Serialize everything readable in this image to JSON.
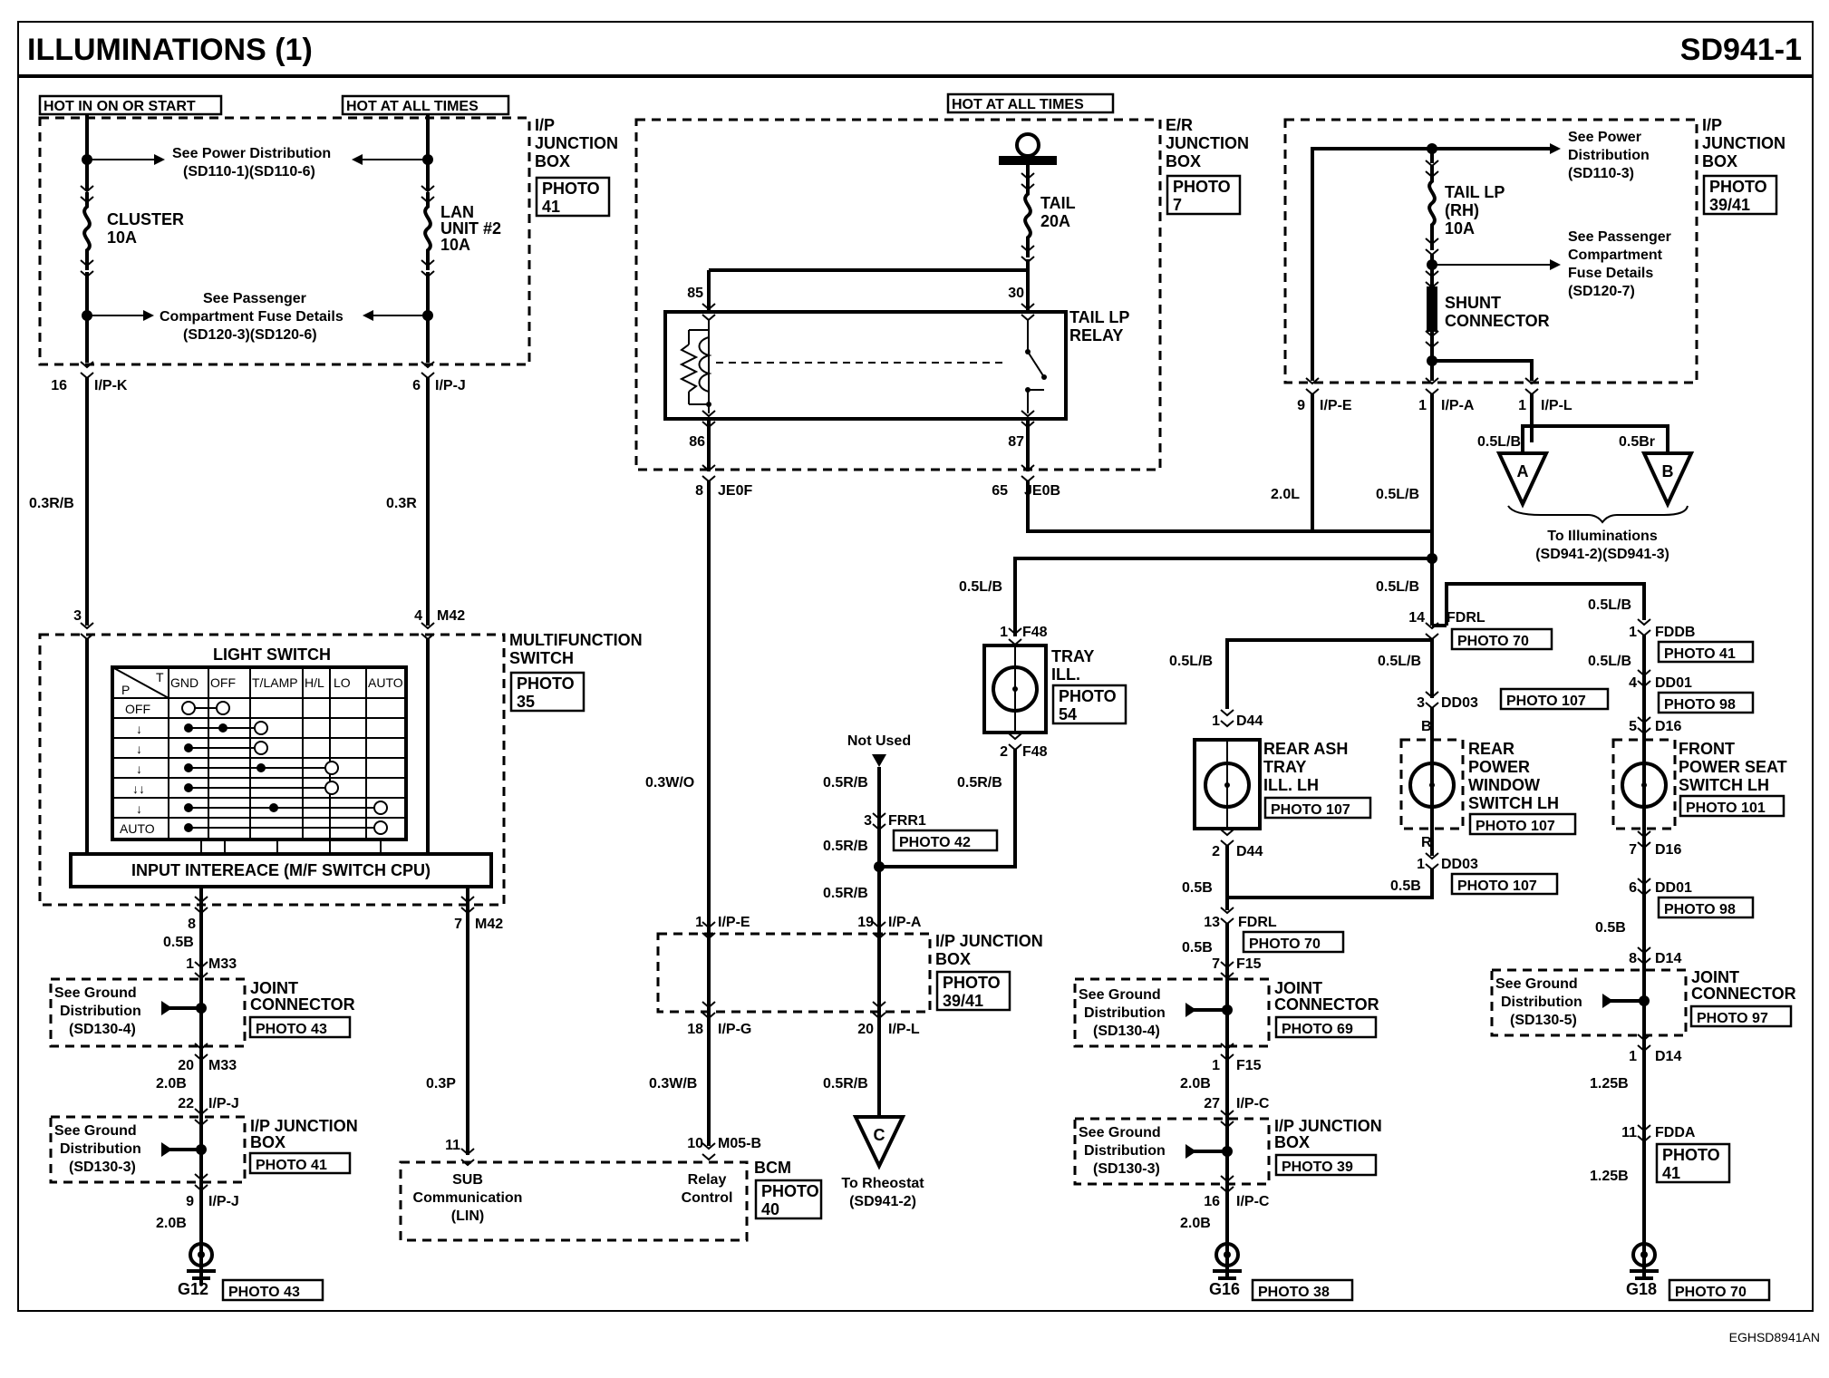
{
  "header": {
    "title": "ILLUMINATIONS (1)",
    "page_code": "SD941-1"
  },
  "footer": {
    "code": "EGHSD8941AN"
  },
  "power": {
    "hot_on_start": "HOT IN ON OR START",
    "hot_all_times_1": "HOT AT ALL TIMES",
    "hot_all_times_2": "HOT AT ALL TIMES"
  },
  "ip_jb_left": {
    "label": [
      "I/P",
      "JUNCTION",
      "BOX"
    ],
    "photo": [
      "PHOTO",
      "41"
    ],
    "power_ref": [
      "See Power Distribution",
      "(SD110-1)(SD110-6)"
    ],
    "pass_ref": [
      "See Passenger",
      "Compartment Fuse Details",
      "(SD120-3)(SD120-6)"
    ],
    "fuse_cluster": [
      "CLUSTER",
      "10A"
    ],
    "fuse_lan": [
      "LAN",
      "UNIT #2",
      "10A"
    ],
    "pin_k": {
      "num": "16",
      "code": "I/P-K"
    },
    "pin_j": {
      "num": "6",
      "code": "I/P-J"
    }
  },
  "er_jb": {
    "label": [
      "E/R",
      "JUNCTION",
      "BOX"
    ],
    "photo": [
      "PHOTO",
      "7"
    ],
    "fuse_tail": [
      "TAIL",
      "20A"
    ],
    "relay": [
      "TAIL LP",
      "RELAY"
    ],
    "pin85": "85",
    "pin30": "30",
    "pin86": "86",
    "pin87": "87",
    "pin_je0f": {
      "num": "8",
      "code": "JE0F"
    },
    "pin_je0b": {
      "num": "65",
      "code": "JE0B"
    }
  },
  "ip_jb_right": {
    "label": [
      "I/P",
      "JUNCTION",
      "BOX"
    ],
    "photo": [
      "PHOTO",
      "39/41"
    ],
    "power_ref": [
      "See Power",
      "Distribution",
      "(SD110-3)"
    ],
    "pass_ref": [
      "See Passenger",
      "Compartment",
      "Fuse Details",
      "(SD120-7)"
    ],
    "fuse": [
      "TAIL LP",
      "(RH)",
      "10A"
    ],
    "shunt": [
      "SHUNT",
      "CONNECTOR"
    ],
    "pin_e": {
      "num": "9",
      "code": "I/P-E"
    },
    "pin_a": {
      "num": "1",
      "code": "I/P-A"
    },
    "pin_l": {
      "num": "1",
      "code": "I/P-L"
    }
  },
  "connectors_ab": {
    "a": "A",
    "b": "B",
    "wire_a": "0.5L/B",
    "wire_b": "0.5Br",
    "note": [
      "To Illuminations",
      "(SD941-2)(SD941-3)"
    ]
  },
  "wires": {
    "w_03rb": "0.3R/B",
    "w_03r": "0.3R",
    "w_20l": "2.0L",
    "w_05lb_main": "0.5L/B",
    "w_05lb_tray": "0.5L/B",
    "w_05lb_top": "0.5L/B",
    "w_05lb_fddb": "0.5L/B",
    "w_03wo": "0.3W/O",
    "w_05rb_1": "0.5R/B",
    "w_05rb_2": "0.5R/B",
    "w_05rb_3": "0.5R/B",
    "w_05rb_4": "0.5R/B",
    "w_05rb_5": "0.5R/B",
    "w_03wb": "0.3W/B",
    "w_03p": "0.3P",
    "w_05b_l1": "0.5B",
    "w_20b_l1": "2.0B",
    "w_20b_l2": "2.0B",
    "w_05lb_d44": "0.5L/B",
    "w_05lb_dd03": "0.5L/B",
    "w_05lb_dd01": "0.5L/B",
    "w_05b_d44": "0.5B",
    "w_05b_dd03": "0.5B",
    "w_05b_f15": "0.5B",
    "w_20b_r1": "2.0B",
    "w_20b_r2": "2.0B",
    "w_05b_d14": "0.5B",
    "w_125b_1": "1.25B",
    "w_125b_2": "1.25B"
  },
  "multifunction": {
    "label": [
      "MULTIFUNCTION",
      "SWITCH"
    ],
    "photo": [
      "PHOTO",
      "35"
    ],
    "light_switch": "LIGHT SWITCH",
    "cols": [
      "GND",
      "OFF",
      "T/LAMP",
      "H/L",
      "LO",
      "AUTO"
    ],
    "hdr_p": "P",
    "hdr_t": "T",
    "rows": [
      "OFF",
      "↓",
      "↓",
      "↓",
      "↓↓",
      "↓",
      "AUTO"
    ],
    "cpu": "INPUT INTEREACE (M/F SWITCH CPU)",
    "pin3": "3",
    "pin4": {
      "num": "4",
      "code": "M42"
    },
    "pin8": "8",
    "pin7": {
      "num": "7",
      "code": "M42"
    }
  },
  "left_ground": {
    "m33_1": {
      "num": "1",
      "code": "M33"
    },
    "jc_label": [
      "JOINT",
      "CONNECTOR"
    ],
    "jc_photo": "PHOTO 43",
    "gd_ref": [
      "See Ground",
      "Distribution",
      "(SD130-4)"
    ],
    "m33_20": {
      "num": "20",
      "code": "M33"
    },
    "ipj_22": {
      "num": "22",
      "code": "I/P-J"
    },
    "ipjb_label": [
      "I/P JUNCTION",
      "BOX"
    ],
    "ipjb_photo": "PHOTO 41",
    "gd_ref2": [
      "See Ground",
      "Distribution",
      "(SD130-3)"
    ],
    "ipj_9": {
      "num": "9",
      "code": "I/P-J"
    },
    "ground": "G12",
    "ground_photo": "PHOTO 43"
  },
  "bcm": {
    "pin11": "11",
    "pin10": {
      "num": "10",
      "code": "M05-B"
    },
    "sub": [
      "SUB",
      "Communication",
      "(LIN)"
    ],
    "relay": [
      "Relay",
      "Control"
    ],
    "label": "BCM",
    "photo": [
      "PHOTO",
      "40"
    ]
  },
  "ip_jb_mid": {
    "label": [
      "I/P JUNCTION",
      "BOX"
    ],
    "photo": [
      "PHOTO",
      "39/41"
    ],
    "pin_e": {
      "num": "1",
      "code": "I/P-E"
    },
    "pin_a": {
      "num": "19",
      "code": "I/P-A"
    },
    "pin_g": {
      "num": "18",
      "code": "I/P-G"
    },
    "pin_l": {
      "num": "20",
      "code": "I/P-L"
    }
  },
  "rheostat": {
    "conn": "C",
    "note": [
      "To Rheostat",
      "(SD941-2)"
    ],
    "not_used": "Not Used",
    "frr1": {
      "num": "3",
      "code": "FRR1"
    },
    "frr1_photo": "PHOTO 42"
  },
  "tray": {
    "label": [
      "TRAY",
      "ILL."
    ],
    "photo": [
      "PHOTO",
      "54"
    ],
    "pin_top": {
      "num": "1",
      "code": "F48"
    },
    "pin_bot": {
      "num": "2",
      "code": "F48"
    }
  },
  "fdrl": {
    "pin": {
      "num": "14",
      "code": "FDRL"
    },
    "photo": "PHOTO 70"
  },
  "rear_ash": {
    "label": [
      "REAR ASH",
      "TRAY",
      "ILL. LH"
    ],
    "photo": "PHOTO 107",
    "pin_top": {
      "num": "1",
      "code": "D44"
    },
    "pin_bot": {
      "num": "2",
      "code": "D44"
    }
  },
  "rear_pw": {
    "label": [
      "REAR",
      "POWER",
      "WINDOW",
      "SWITCH LH"
    ],
    "photo": "PHOTO 107",
    "pin_top": {
      "num": "3",
      "code": "DD03"
    },
    "pin_top_photo": "PHOTO 107",
    "b": "B",
    "r": "R",
    "pin_bot": {
      "num": "1",
      "code": "DD03"
    },
    "pin_bot_photo": "PHOTO 107"
  },
  "fdrl_13": {
    "pin": {
      "num": "13",
      "code": "FDRL"
    },
    "photo": "PHOTO 70"
  },
  "right_ground": {
    "f15_7": {
      "num": "7",
      "code": "F15"
    },
    "jc_label": [
      "JOINT",
      "CONNECTOR"
    ],
    "jc_photo": "PHOTO 69",
    "gd_ref": [
      "See Ground",
      "Distribution",
      "(SD130-4)"
    ],
    "f15_1": {
      "num": "1",
      "code": "F15"
    },
    "ipc_27": {
      "num": "27",
      "code": "I/P-C"
    },
    "ipjb_label": [
      "I/P JUNCTION",
      "BOX"
    ],
    "ipjb_photo": "PHOTO 39",
    "gd_ref2": [
      "See Ground",
      "Distribution",
      "(SD130-3)"
    ],
    "ipc_16": {
      "num": "16",
      "code": "I/P-C"
    },
    "ground": "G16",
    "ground_photo": "PHOTO 38"
  },
  "seat": {
    "fddb": {
      "num": "1",
      "code": "FDDB"
    },
    "fddb_photo": "PHOTO 41",
    "dd01_4": {
      "num": "4",
      "code": "DD01"
    },
    "dd01_photo": "PHOTO 98",
    "d16_5": {
      "num": "5",
      "code": "D16"
    },
    "label": [
      "FRONT",
      "POWER SEAT",
      "SWITCH LH"
    ],
    "photo": "PHOTO 101",
    "d16_7": {
      "num": "7",
      "code": "D16"
    },
    "dd01_6": {
      "num": "6",
      "code": "DD01"
    },
    "dd01_6_photo": "PHOTO 98",
    "d14_8": {
      "num": "8",
      "code": "D14"
    },
    "jc_label": [
      "JOINT",
      "CONNECTOR"
    ],
    "jc_photo": "PHOTO 97",
    "gd_ref": [
      "See Ground",
      "Distribution",
      "(SD130-5)"
    ],
    "d14_1": {
      "num": "1",
      "code": "D14"
    },
    "fdda": {
      "num": "11",
      "code": "FDDA"
    },
    "fdda_photo": [
      "PHOTO",
      "41"
    ],
    "ground": "G18",
    "ground_photo": "PHOTO 70"
  }
}
